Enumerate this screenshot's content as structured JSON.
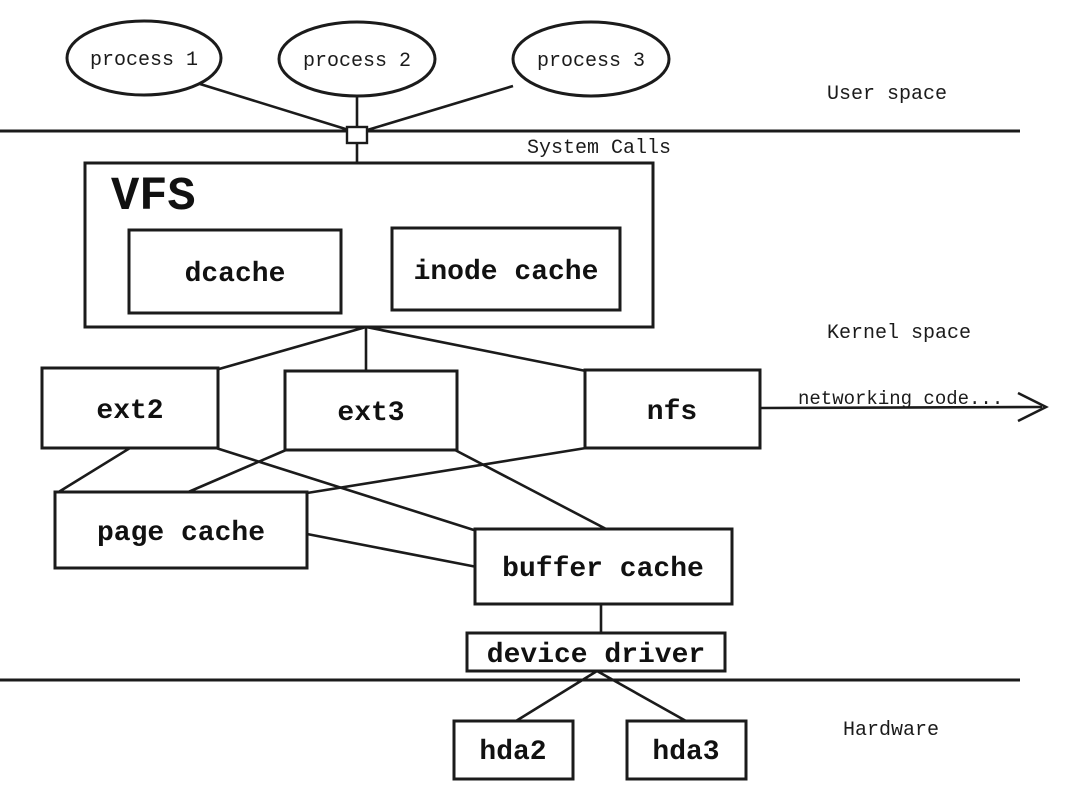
{
  "diagram": {
    "background_color": "#ffffff",
    "line_color": "#1b1b1b",
    "regions": {
      "user_space_label": "User space",
      "kernel_space_label": "Kernel space",
      "hardware_label": "Hardware",
      "system_calls_label": "System Calls",
      "networking_label": "networking code..."
    },
    "processes": [
      {
        "label": "process 1"
      },
      {
        "label": "process 2"
      },
      {
        "label": "process 3"
      }
    ],
    "nodes": {
      "vfs": "VFS",
      "dcache": "dcache",
      "inode_cache": "inode cache",
      "ext2": "ext2",
      "ext3": "ext3",
      "nfs": "nfs",
      "page_cache": "page cache",
      "buffer_cache": "buffer cache",
      "device_driver": "device driver",
      "hda2": "hda2",
      "hda3": "hda3"
    }
  }
}
